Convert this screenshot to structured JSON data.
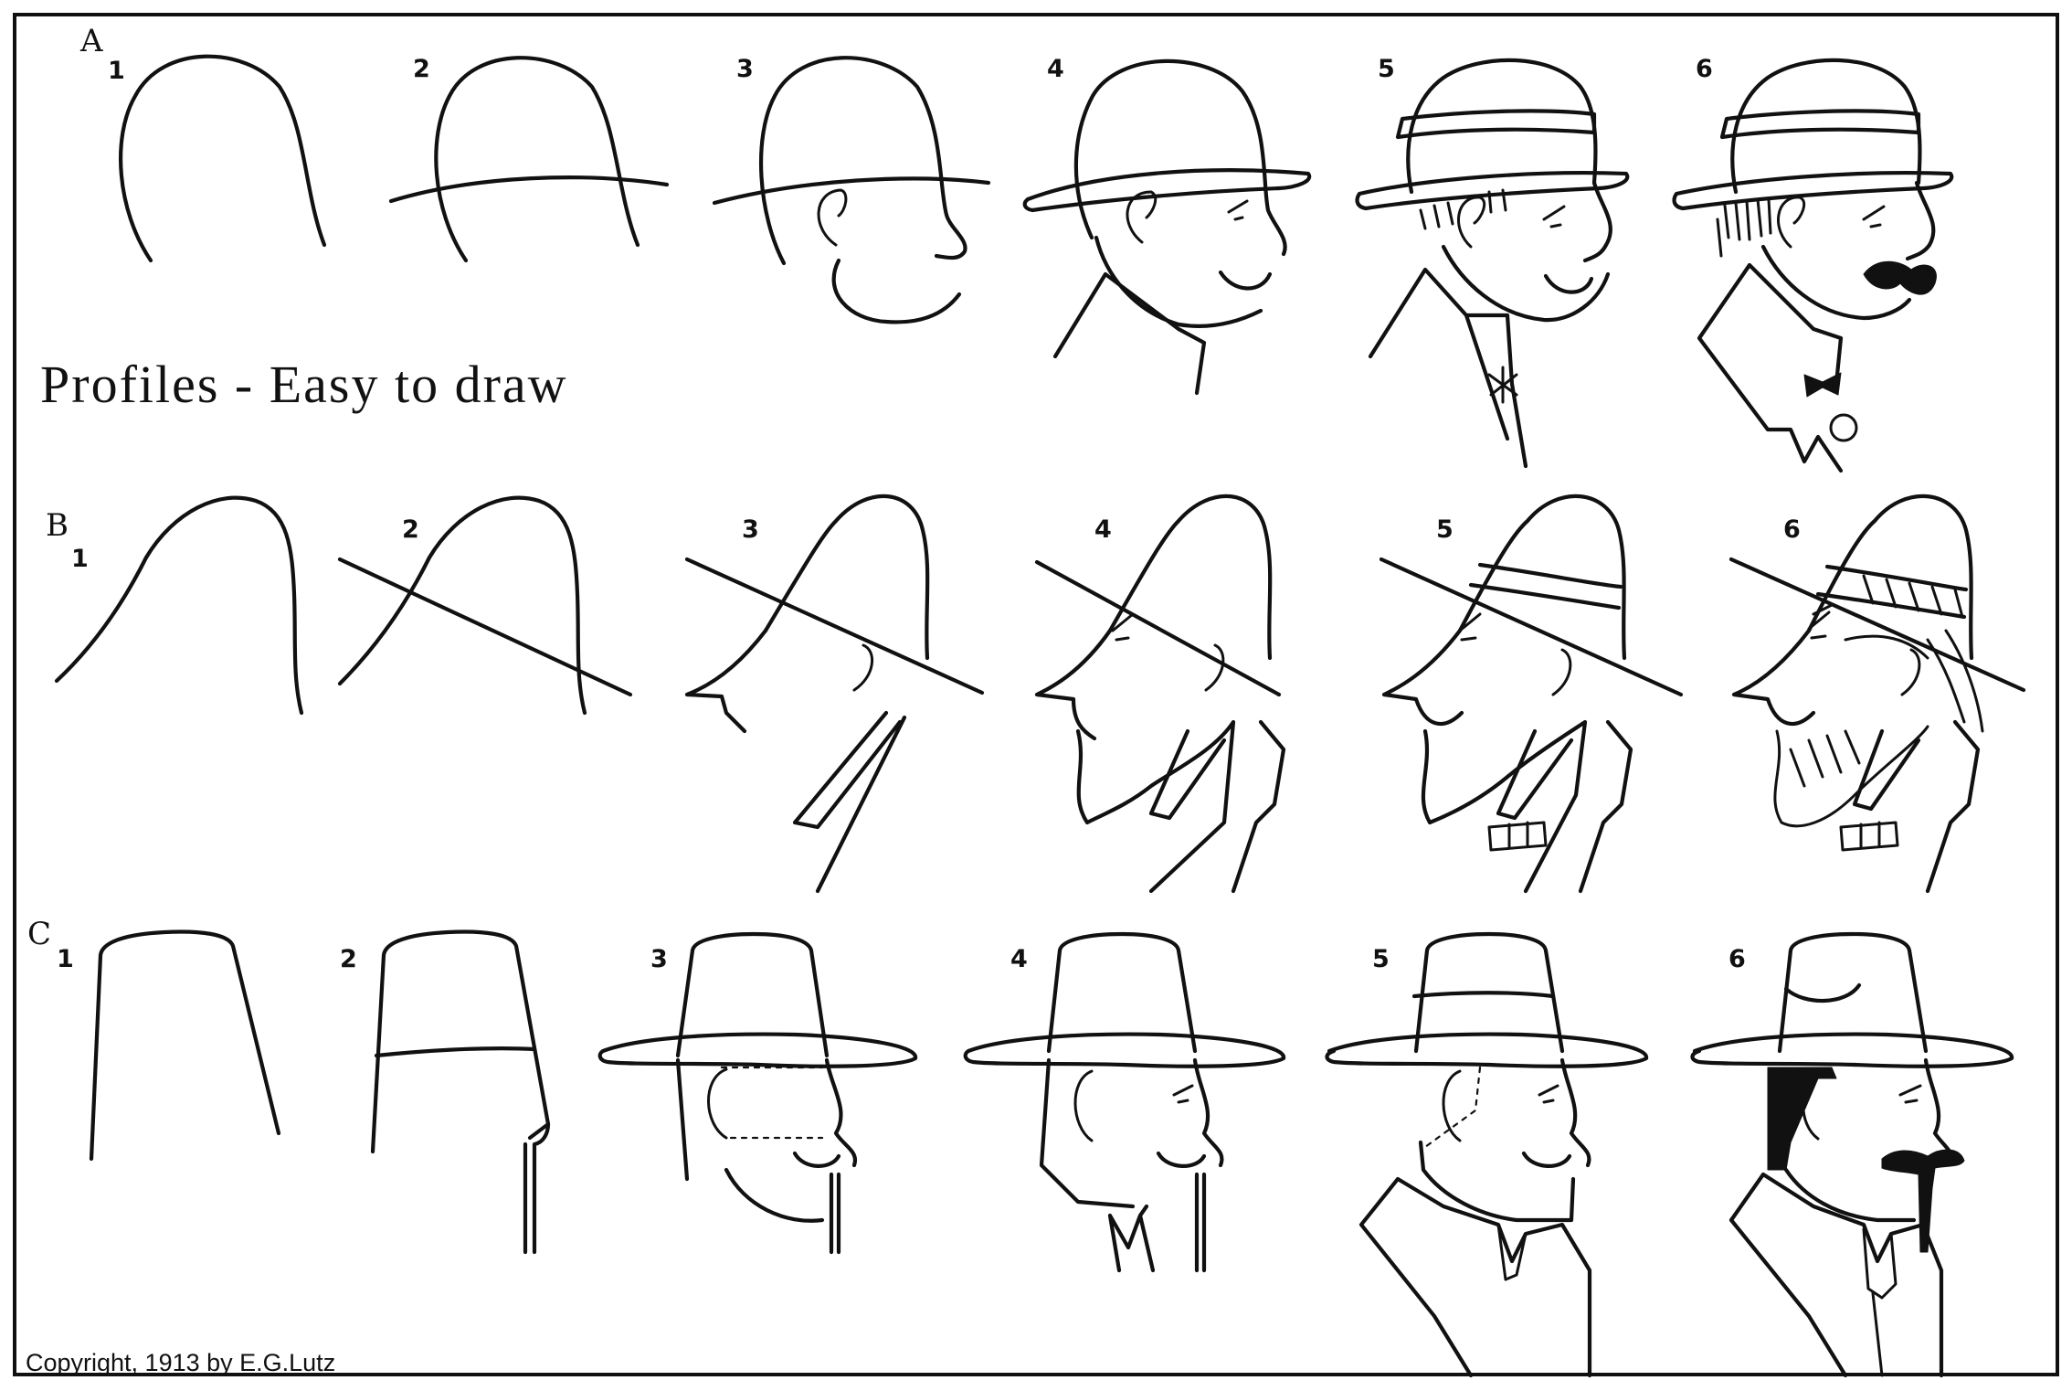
{
  "title": "Profiles - Easy to draw",
  "copyright": "Copyright, 1913 by E.G.Lutz",
  "rows": [
    {
      "label": "A",
      "steps": [
        "1",
        "2",
        "3",
        "4",
        "5",
        "6"
      ]
    },
    {
      "label": "B",
      "steps": [
        "1",
        "2",
        "3",
        "4",
        "5",
        "6"
      ]
    },
    {
      "label": "C",
      "steps": [
        "1",
        "2",
        "3",
        "4",
        "5",
        "6"
      ]
    }
  ],
  "colors": {
    "ink": "#111111",
    "paper": "#ffffff"
  }
}
